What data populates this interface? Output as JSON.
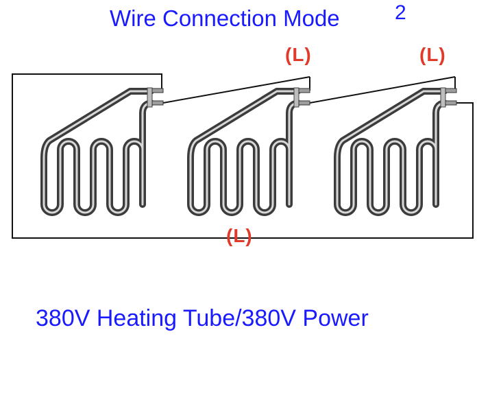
{
  "diagram": {
    "title": "Wire Connection Mode",
    "title_number": "2",
    "caption": "380V Heating Tube/380V Power",
    "terminal_labels": [
      "(L)",
      "(L)",
      "(L)"
    ],
    "colors": {
      "title": "#1a1aff",
      "label": "#e03a2a",
      "wire": "#111111",
      "tube_dark": "#3c3c3c",
      "tube_light": "#d8d8d8"
    },
    "elements": [
      {
        "name": "heating-tube-1"
      },
      {
        "name": "heating-tube-2"
      },
      {
        "name": "heating-tube-3"
      }
    ]
  }
}
